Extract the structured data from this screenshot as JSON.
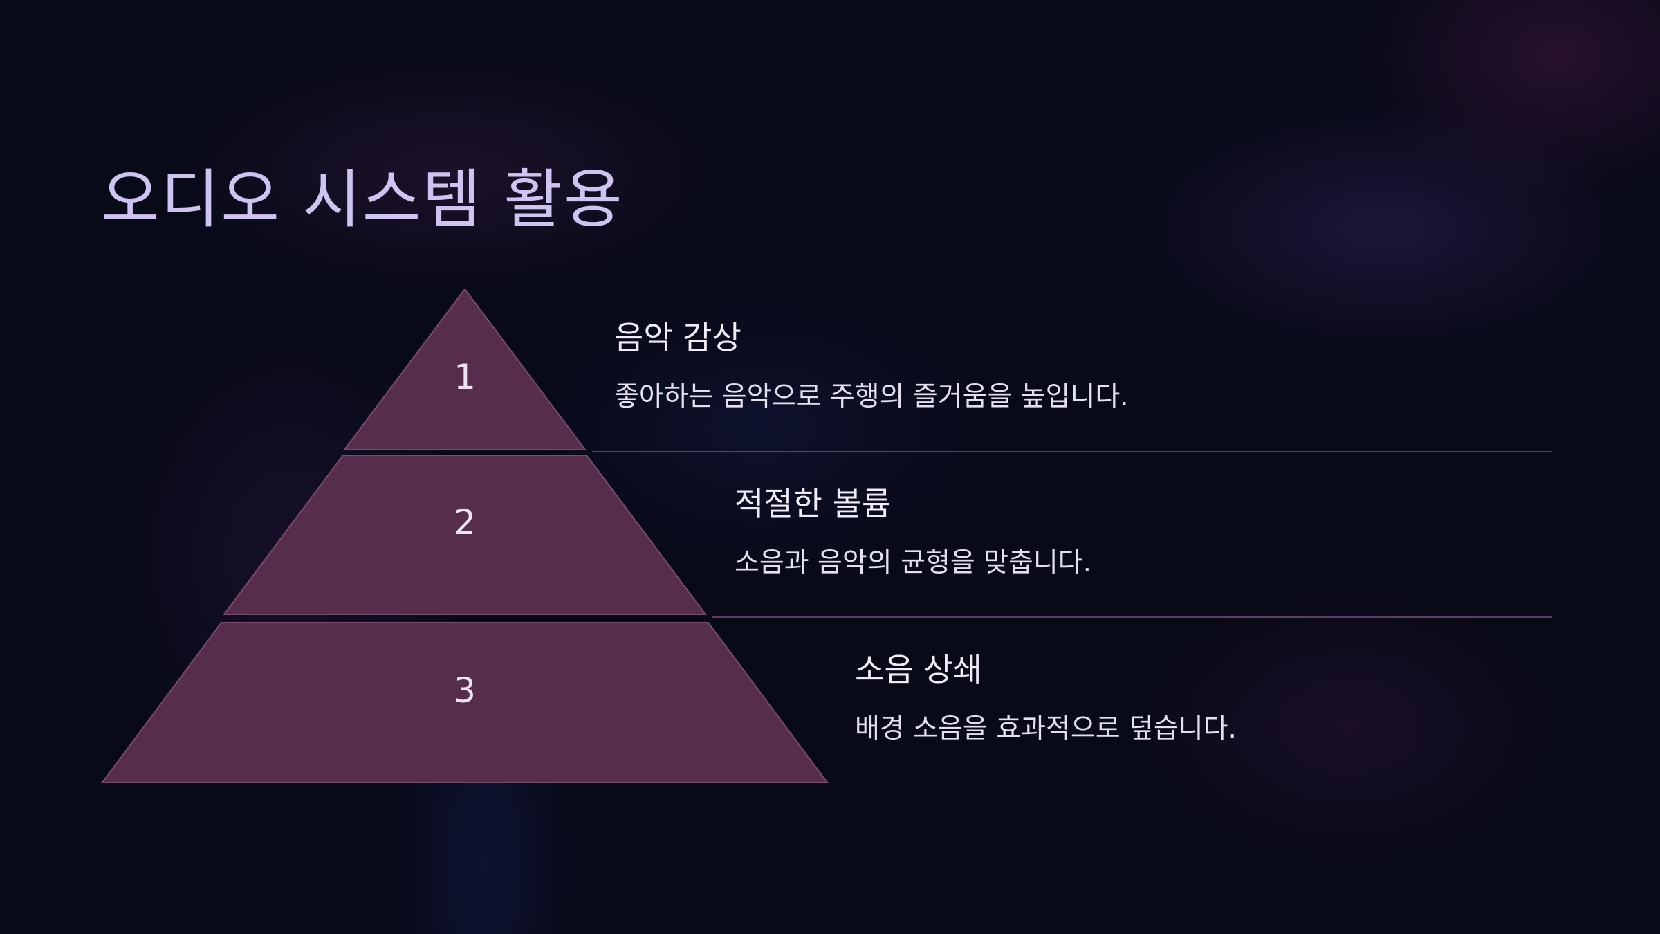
{
  "title": "오디오 시스템 활용",
  "colors": {
    "background": "#080a18",
    "title": "#cfc3f2",
    "tier_fill": "#572d4c",
    "tier_stroke": "#7a4c6c",
    "divider": "#5c3f62"
  },
  "levels": [
    {
      "number": "1",
      "title": "음악 감상",
      "description": "좋아하는 음악으로 주행의 즐거움을 높입니다."
    },
    {
      "number": "2",
      "title": "적절한 볼륨",
      "description": "소음과 음악의 균형을 맞춥니다."
    },
    {
      "number": "3",
      "title": "소음 상쇄",
      "description": "배경 소음을 효과적으로 덮습니다."
    }
  ]
}
